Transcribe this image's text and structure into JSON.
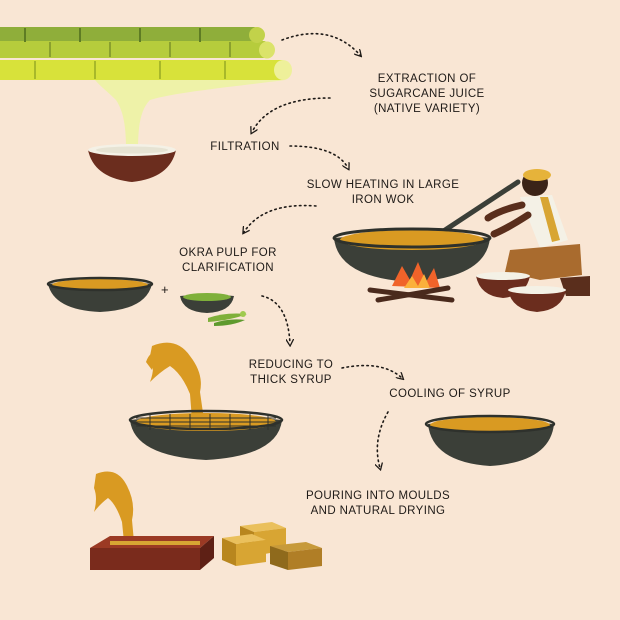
{
  "steps": [
    {
      "id": "extraction",
      "lines": [
        "EXTRACTION OF",
        "SUGARCANE JUICE",
        "(NATIVE VARIETY)"
      ]
    },
    {
      "id": "filtration",
      "lines": [
        "FILTRATION"
      ]
    },
    {
      "id": "heating",
      "lines": [
        "SLOW HEATING IN LARGE",
        "IRON WOK"
      ]
    },
    {
      "id": "okra",
      "lines": [
        "OKRA PULP FOR",
        "CLARIFICATION"
      ]
    },
    {
      "id": "reducing",
      "lines": [
        "REDUCING TO",
        "THICK SYRUP"
      ]
    },
    {
      "id": "cooling",
      "lines": [
        "COOLING OF SYRUP"
      ]
    },
    {
      "id": "pouring",
      "lines": [
        "POURING INTO MOULDS",
        "AND NATURAL DRYING"
      ]
    }
  ],
  "plus_sign": "+",
  "colors": {
    "background": "#f9e6d4",
    "sugarcane_light": "#d8e23a",
    "sugarcane_dark": "#8fae3a",
    "juice": "#eef2a8",
    "syrup": "#d99a22",
    "wok": "#3b3f38",
    "jaggery": "#d8a533",
    "mould": "#7a2b1c",
    "fire": "#f0632a",
    "okra": "#7fb03a"
  },
  "icons": [
    "sugarcane-icon",
    "coconut-bowl-icon",
    "worker-stirring-icon",
    "wok-on-fire-icon",
    "fire-icon",
    "okra-icon",
    "syrup-pour-icon",
    "mould-icon",
    "jaggery-blocks-icon"
  ]
}
